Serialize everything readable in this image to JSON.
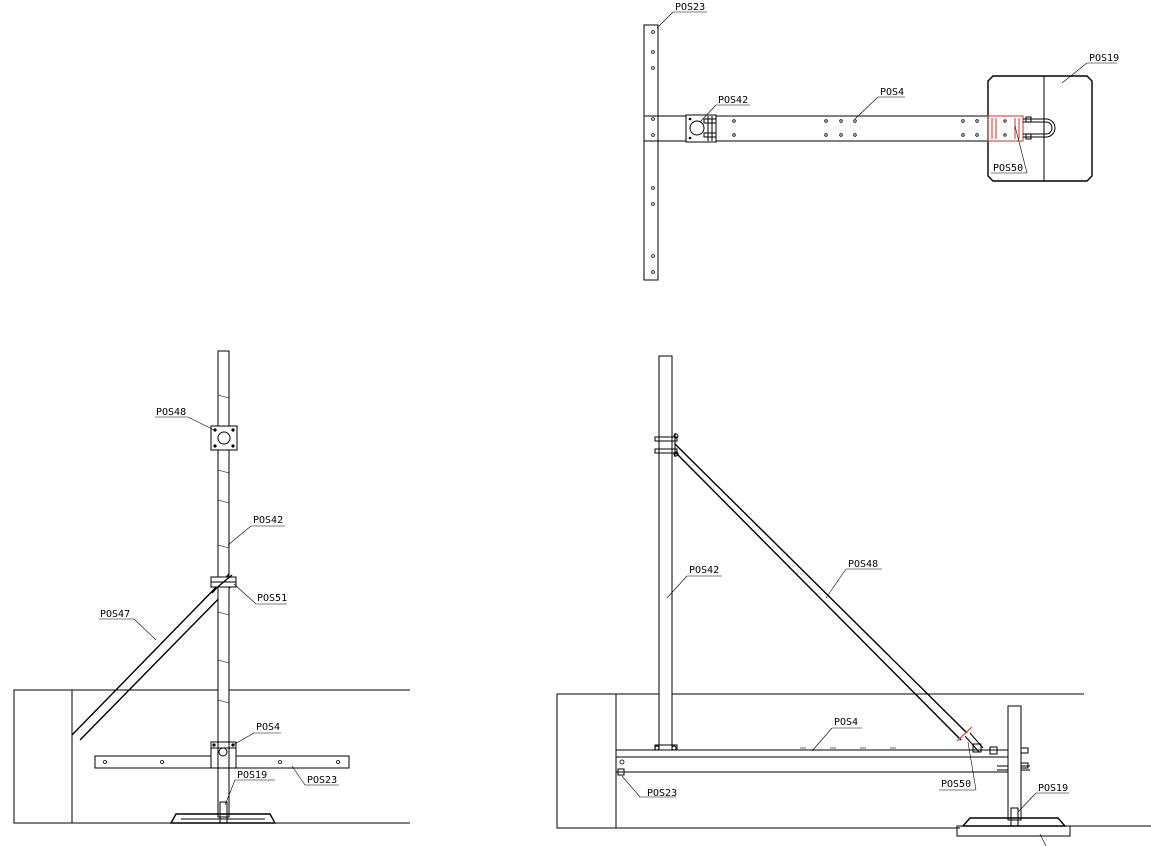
{
  "labels": {
    "top_pos23": "POS23",
    "top_pos19": "POS19",
    "top_pos42": "POS42",
    "top_pos4": "POS4",
    "top_pos50": "POS50",
    "left_pos48": "POS48",
    "left_pos42": "POS42",
    "left_pos51": "POS51",
    "left_pos47": "POS47",
    "left_pos4": "POS4",
    "left_pos19": "POS19",
    "left_pos23": "POS23",
    "right_pos42": "POS42",
    "right_pos48": "POS48",
    "right_pos4": "POS4",
    "right_pos23": "POS23",
    "right_pos50": "POS50",
    "right_pos19": "POS19"
  }
}
